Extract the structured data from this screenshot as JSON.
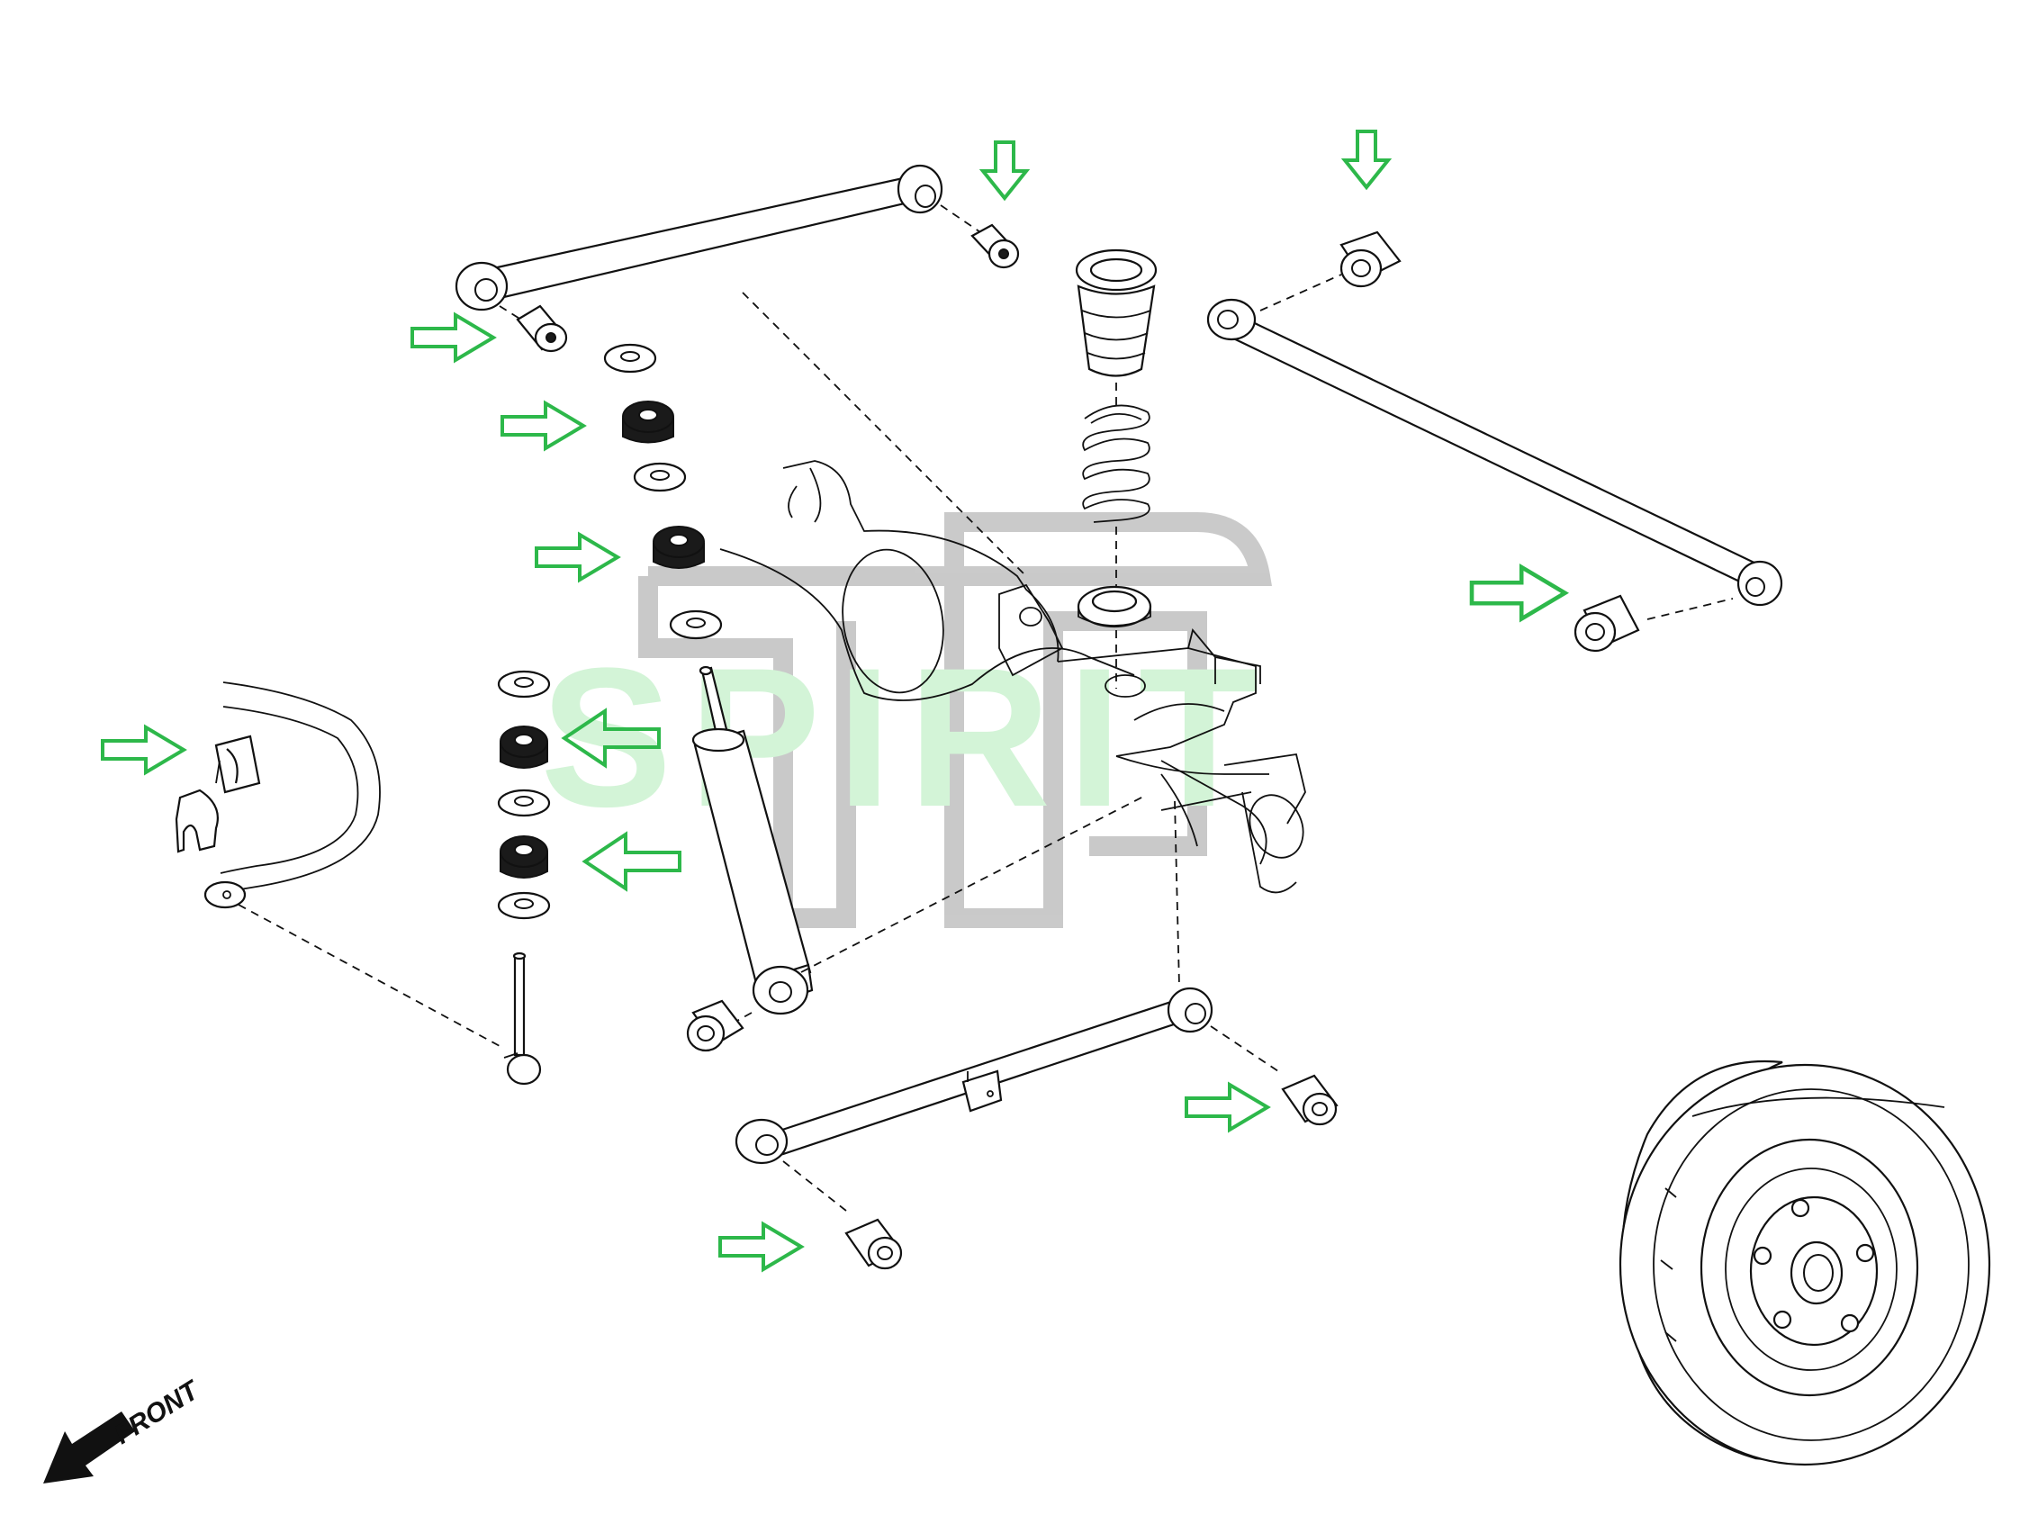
{
  "diagram": {
    "watermark_text": "SPIRIT",
    "front_label": "FRONT",
    "colors": {
      "callout_arrow": "#2db84a",
      "watermark_green": "#9fe8a8",
      "watermark_gray": "#9a9a9a",
      "line": "#111111",
      "background": "#ffffff"
    },
    "icons": {
      "callout": "green-outline-arrow",
      "direction": "front-direction-arrow"
    }
  }
}
